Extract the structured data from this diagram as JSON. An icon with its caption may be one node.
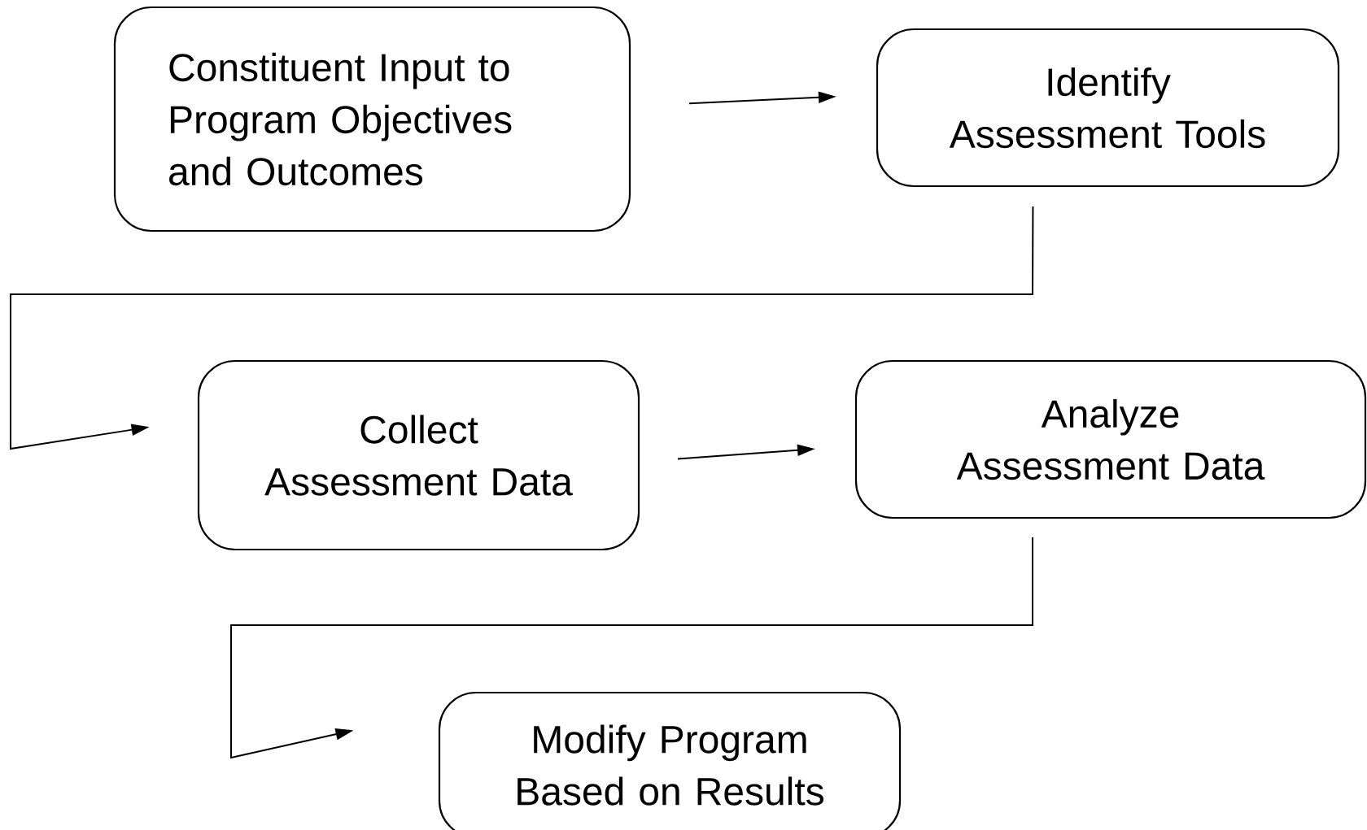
{
  "diagram": {
    "nodes": [
      {
        "text": [
          "Constituent Input to Program Objectives and Outcomes"
        ]
      },
      {
        "text": [
          "Identify Assessment Tools"
        ]
      },
      {
        "text": [
          "Collect Assessment Data"
        ]
      },
      {
        "text": [
          "Analyze Assessment Data"
        ]
      },
      {
        "text": [
          "Modify Program Based on Results"
        ]
      }
    ],
    "edges": [
      {
        "from": 0,
        "to": 1,
        "arrow": "to"
      },
      {
        "from": 1,
        "to": 2,
        "arrow": "to"
      },
      {
        "from": 2,
        "to": 3,
        "arrow": "to"
      },
      {
        "from": 3,
        "to": 4,
        "arrow": "to"
      }
    ]
  }
}
